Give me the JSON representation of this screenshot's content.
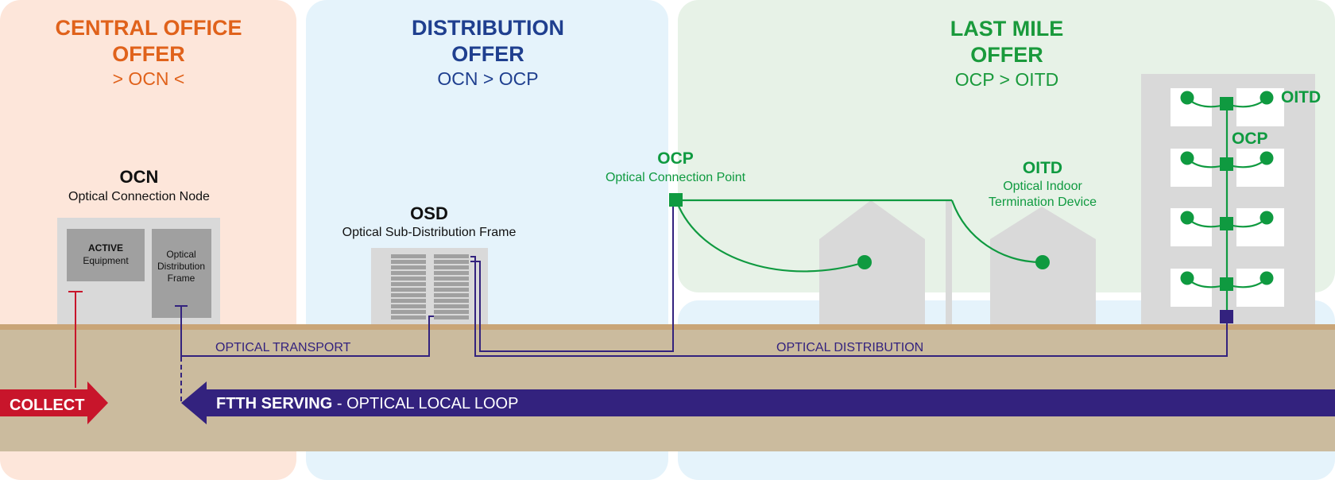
{
  "zones": {
    "central_office": {
      "title_line1": "CENTRAL OFFICE",
      "title_line2": "OFFER",
      "subtitle": "> OCN <",
      "color": "#e0621b"
    },
    "distribution": {
      "title_line1": "DISTRIBUTION",
      "title_line2": "OFFER",
      "subtitle": "OCN > OCP",
      "color": "#1f3f8f"
    },
    "last_mile": {
      "title_line1": "LAST MILE",
      "title_line2": "OFFER",
      "subtitle": "OCP > OITD",
      "color": "#1a9a3c"
    }
  },
  "ocn": {
    "abbr": "OCN",
    "name": "Optical Connection Node",
    "active_line1": "ACTIVE",
    "active_line2": "Equipment",
    "odf_line1": "Optical",
    "odf_line2": "Distribution",
    "odf_line3": "Frame"
  },
  "osd": {
    "abbr": "OSD",
    "name": "Optical Sub-Distribution Frame"
  },
  "ocp": {
    "abbr": "OCP",
    "name": "Optical Connection Point"
  },
  "oitd": {
    "abbr": "OITD",
    "name_line1": "Optical Indoor",
    "name_line2": "Termination Device"
  },
  "building": {
    "oitd_label": "OITD",
    "ocp_label": "OCP"
  },
  "lines": {
    "optical_transport": "OPTICAL TRANSPORT",
    "optical_distribution": "OPTICAL DISTRIBUTION"
  },
  "arrows": {
    "collect": "COLLECT",
    "ftth_bold": "FTTH SERVING",
    "ftth_rest": " - OPTICAL LOCAL LOOP"
  },
  "colors": {
    "orange_zone": "#fde6da",
    "blue_zone": "#e5f3fb",
    "green_zone": "#e7f2e7",
    "ground": "#cbbb9e",
    "ground_line": "#c9a577",
    "fiber_navy": "#33227e",
    "fiber_green": "#0f9a40",
    "collect_red": "#c8152b",
    "gray_light": "#d9d9d9",
    "gray_dark": "#a0a0a0"
  }
}
